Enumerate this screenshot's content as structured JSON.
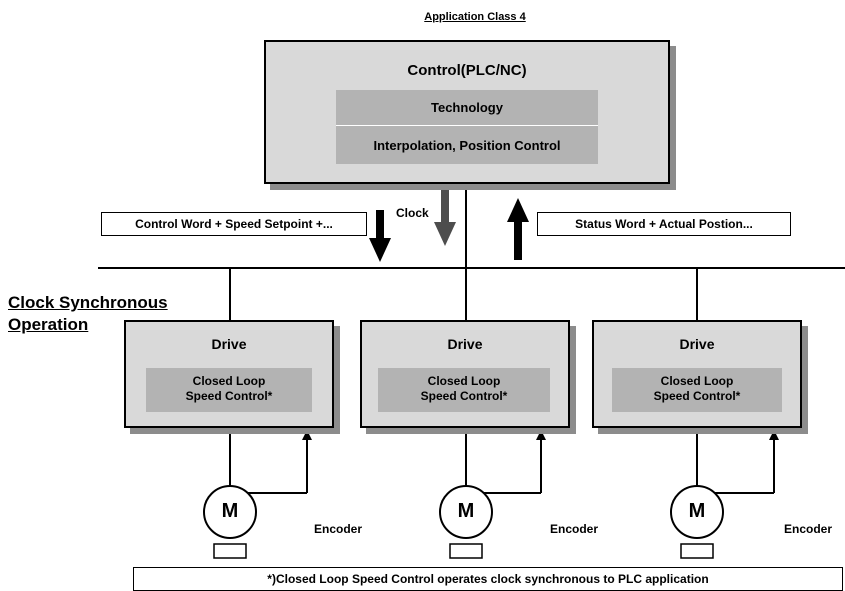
{
  "title": "Application Class 4",
  "control": {
    "title": "Control(PLC/NC)",
    "items": [
      "Technology",
      "Interpolation, Position Control"
    ]
  },
  "signals": {
    "left": "Control Word + Speed Setpoint +...",
    "clock": "Clock",
    "right": "Status Word + Actual Postion..."
  },
  "clock_sync_label": [
    "Clock Synchronous",
    "Operation"
  ],
  "drives": [
    {
      "title": "Drive",
      "inner": [
        "Closed Loop",
        "Speed Control*"
      ],
      "motor": "M",
      "encoder": "Encoder"
    },
    {
      "title": "Drive",
      "inner": [
        "Closed Loop",
        "Speed Control*"
      ],
      "motor": "M",
      "encoder": "Encoder"
    },
    {
      "title": "Drive",
      "inner": [
        "Closed Loop",
        "Speed Control*"
      ],
      "motor": "M",
      "encoder": "Encoder"
    }
  ],
  "footnote": "*)Closed Loop Speed Control operates clock synchronous to PLC application"
}
